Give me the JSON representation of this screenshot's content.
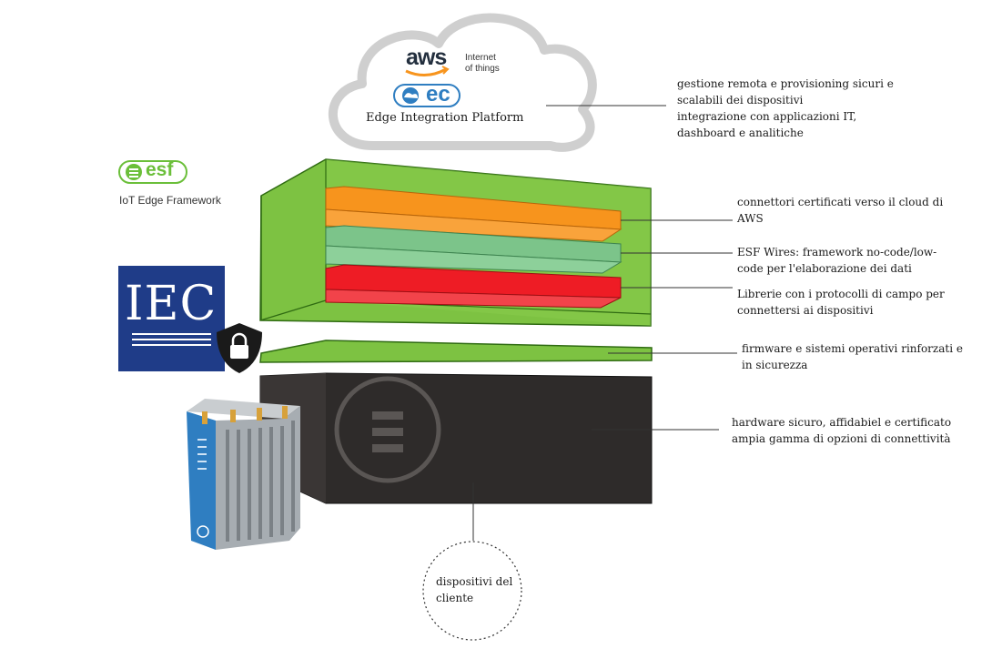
{
  "cloud": {
    "aws_logo": "aws",
    "aws_subtitle_line1": "Internet",
    "aws_subtitle_line2": "of things",
    "ec_logo": "ec",
    "platform_label": "Edge Integration Platform"
  },
  "esf": {
    "logo": "esf",
    "subtitle": "IoT Edge Framework"
  },
  "iec": {
    "logo": "IEC",
    "lock_icon": "padlock-icon"
  },
  "annotations": {
    "cloud": [
      "gestione remota e provisioning sicuri e",
      "scalabili dei dispositivi",
      "integrazione con applicazioni IT,",
      "dashboard e analitiche"
    ],
    "orange": [
      "connettori certificati verso il cloud di",
      "AWS"
    ],
    "teal": [
      "ESF Wires: framework no-code/low-",
      "code per l'elaborazione dei dati"
    ],
    "red": [
      "Librerie con i protocolli di campo per",
      "connettersi ai dispositivi"
    ],
    "firmware": [
      "firmware e sistemi operativi rinforzati e",
      "in sicurezza"
    ],
    "hardware": [
      "hardware sicuro, affidabiel e certificato",
      "ampia gamma di opzioni di connettività"
    ],
    "devices": [
      "dispositivi del",
      "cliente"
    ]
  },
  "colors": {
    "green": "#7dc242",
    "green_dark": "#2f6b12",
    "orange": "#f7941d",
    "teal": "#7cc48a",
    "red": "#ee1c25",
    "hardware": "#2e2b2a",
    "iec_blue": "#1f3c88",
    "device_blue": "#2f7ec1"
  }
}
